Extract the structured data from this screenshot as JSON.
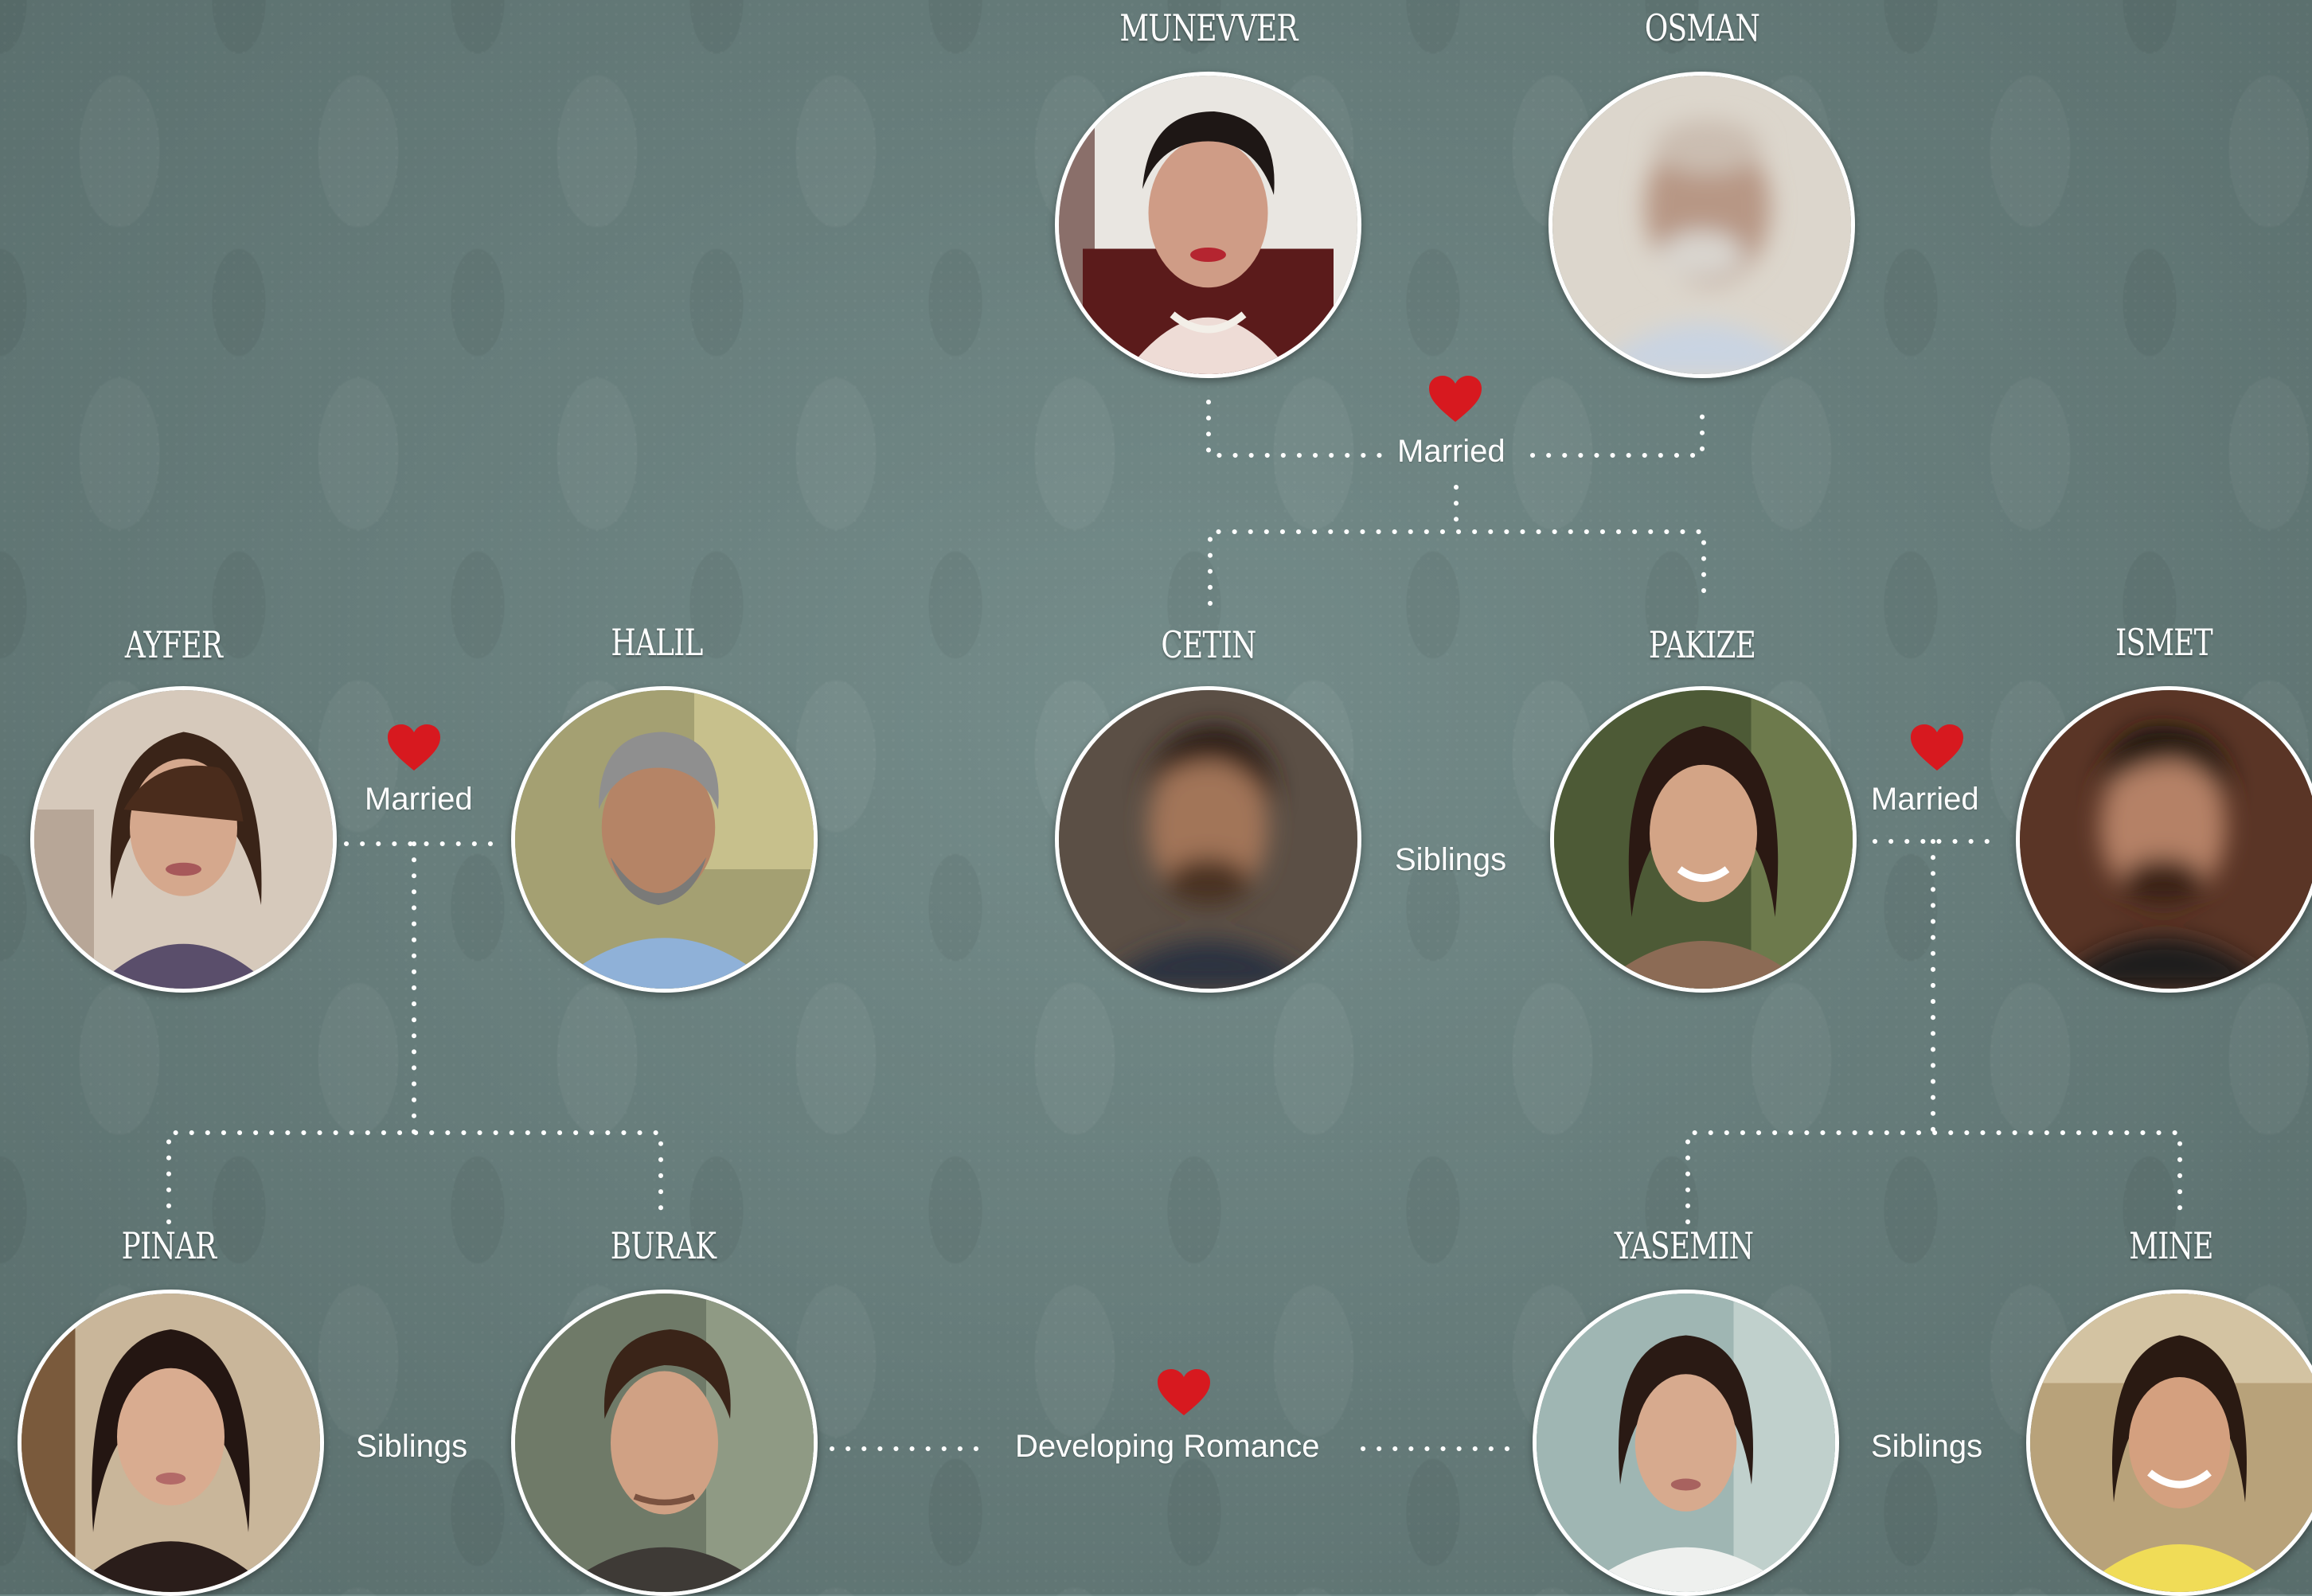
{
  "people": {
    "munevver": {
      "name": "MUNEVVER"
    },
    "osman": {
      "name": "OSMAN"
    },
    "ayfer": {
      "name": "AYFER"
    },
    "halil": {
      "name": "HALIL"
    },
    "cetin": {
      "name": "CETIN"
    },
    "pakize": {
      "name": "PAKIZE"
    },
    "ismet": {
      "name": "ISMET"
    },
    "pinar": {
      "name": "PINAR"
    },
    "burak": {
      "name": "BURAK"
    },
    "yasemin": {
      "name": "YASEMIN"
    },
    "mine": {
      "name": "MINE"
    }
  },
  "relations": {
    "munevver_osman": "Married",
    "ayfer_halil": "Married",
    "cetin_pakize": "Siblings",
    "pakize_ismet": "Married",
    "pinar_burak": "Siblings",
    "burak_yasemin": "Developing Romance",
    "yasemin_mine": "Siblings"
  },
  "colors": {
    "heart": "#d7191f",
    "line": "#ffffff",
    "background": "#6c8583"
  },
  "icons": {
    "relationship_marker": "heart-icon"
  }
}
